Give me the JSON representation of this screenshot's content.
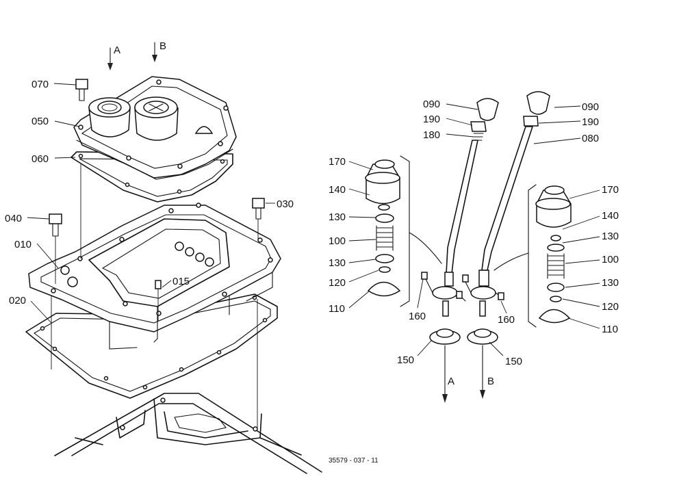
{
  "diagram": {
    "reference": "35579 - 037 - 11",
    "section_labels": [
      "A",
      "B"
    ],
    "parts": [
      {
        "id": "p010",
        "label": "010"
      },
      {
        "id": "p015",
        "label": "015"
      },
      {
        "id": "p020",
        "label": "020"
      },
      {
        "id": "p030",
        "label": "030"
      },
      {
        "id": "p040",
        "label": "040"
      },
      {
        "id": "p050",
        "label": "050"
      },
      {
        "id": "p060",
        "label": "060"
      },
      {
        "id": "p070",
        "label": "070"
      },
      {
        "id": "p080",
        "label": "080"
      },
      {
        "id": "p090a",
        "label": "090"
      },
      {
        "id": "p090b",
        "label": "090"
      },
      {
        "id": "p100a",
        "label": "100"
      },
      {
        "id": "p100b",
        "label": "100"
      },
      {
        "id": "p110a",
        "label": "110"
      },
      {
        "id": "p110b",
        "label": "110"
      },
      {
        "id": "p120a",
        "label": "120"
      },
      {
        "id": "p120b",
        "label": "120"
      },
      {
        "id": "p130a",
        "label": "130"
      },
      {
        "id": "p130b",
        "label": "130"
      },
      {
        "id": "p130c",
        "label": "130"
      },
      {
        "id": "p130d",
        "label": "130"
      },
      {
        "id": "p140a",
        "label": "140"
      },
      {
        "id": "p140b",
        "label": "140"
      },
      {
        "id": "p150a",
        "label": "150"
      },
      {
        "id": "p150b",
        "label": "150"
      },
      {
        "id": "p160a",
        "label": "160"
      },
      {
        "id": "p160b",
        "label": "160"
      },
      {
        "id": "p170a",
        "label": "170"
      },
      {
        "id": "p170b",
        "label": "170"
      },
      {
        "id": "p180",
        "label": "180"
      },
      {
        "id": "p190a",
        "label": "190"
      },
      {
        "id": "p190b",
        "label": "190"
      }
    ]
  }
}
